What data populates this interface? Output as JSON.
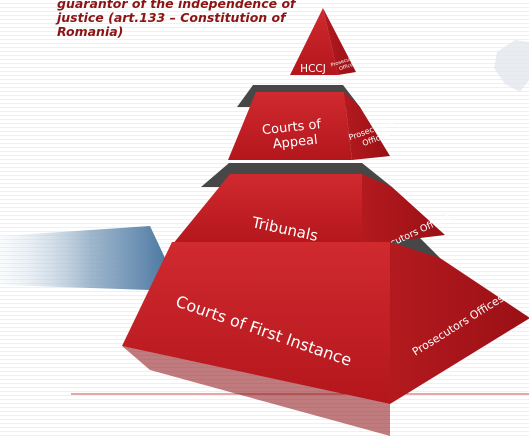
{
  "caption": {
    "lines": [
      "guarantor of the independence of",
      "justice (art.133 – Constitution of",
      "Romania)"
    ]
  },
  "pyramid": {
    "tiers": [
      {
        "front": "HCCJ",
        "side": [
          "Prosecutors",
          "Offices"
        ]
      },
      {
        "front": [
          "Courts of",
          "Appeal"
        ],
        "side": [
          "Prosecutors",
          "Offices"
        ]
      },
      {
        "front": "Tribunals",
        "side": "Prosecutors Offices"
      },
      {
        "front": "Courts of First Instance",
        "side": "Prosecutors Offices"
      }
    ]
  },
  "colors": {
    "front": "#c41e24",
    "side": "#a51419",
    "gap": "#474747",
    "caption": "#8b1515",
    "line": "#c95050"
  }
}
